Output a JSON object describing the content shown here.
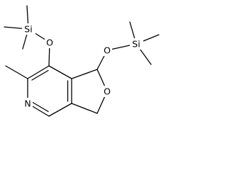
{
  "molecule": {
    "atoms": {
      "si_left": "Si",
      "o_left": "O",
      "o_right": "O",
      "si_right": "Si",
      "o_ring": "O",
      "n_ring": "N"
    }
  },
  "colors": {
    "line": "#000000",
    "background": "#ffffff"
  }
}
